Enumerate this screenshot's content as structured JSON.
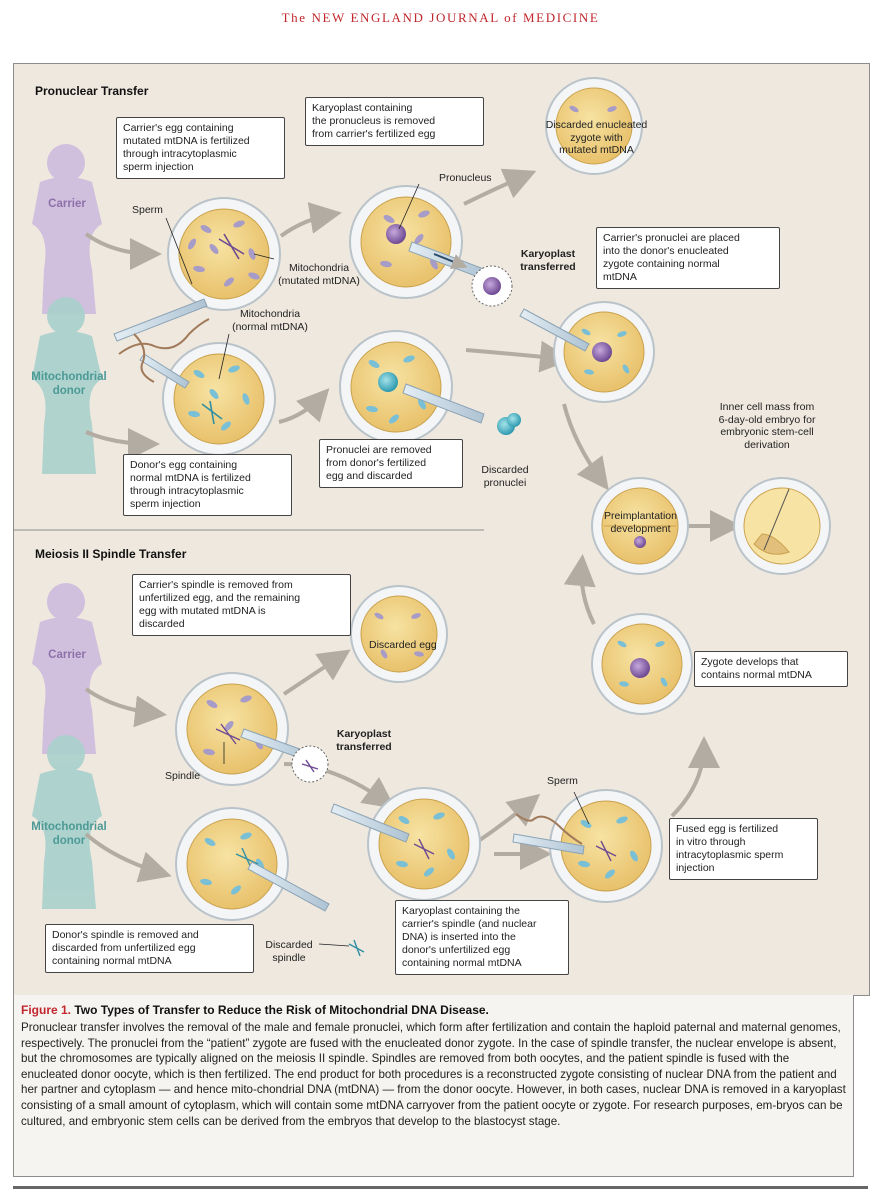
{
  "journal_header": "The NEW ENGLAND JOURNAL of MEDICINE",
  "sections": {
    "pronuclear": "Pronuclear Transfer",
    "spindle": "Meiosis II Spindle Transfer"
  },
  "people": {
    "carrier_top": "Carrier",
    "donor_top": "Mitochondrial\ndonor",
    "carrier_bottom": "Carrier",
    "donor_bottom": "Mitochondrial\ndonor"
  },
  "callouts": {
    "carrier_egg": "Carrier's egg containing\nmutated mtDNA is fertilized\nthrough intracytoplasmic\nsperm injection",
    "karyoplast_removed": "Karyoplast containing\nthe pronucleus is removed\nfrom carrier's fertilized egg",
    "pronuclei_placed": "Carrier's pronuclei are placed\ninto the donor's enucleated\nzygote containing normal\nmtDNA",
    "donor_egg": "Donor's egg containing\nnormal mtDNA is fertilized\nthrough intracytoplasmic\nsperm injection",
    "pronuclei_removed": "Pronuclei are removed\nfrom donor's fertilized\negg and discarded",
    "inner_cell_mass": "Inner cell mass from\n6-day-old embryo for\nembryonic stem-cell\nderivation",
    "carrier_spindle": "Carrier's spindle is removed from\nunfertilized egg, and the remaining\negg with mutated mtDNA is\ndiscarded",
    "zygote_develops": "Zygote develops that\ncontains normal mtDNA",
    "fused_egg": "Fused egg is fertilized\nin vitro through\nintracytoplasmic sperm\ninjection",
    "donor_spindle": "Donor's spindle is removed and\ndiscarded from unfertilized egg\ncontaining normal mtDNA",
    "karyoplast_inserted": "Karyoplast containing the\ncarrier's spindle (and nuclear\nDNA) is inserted into the\ndonor's unfertilized egg\ncontaining normal mtDNA"
  },
  "labels": {
    "discarded_zygote": "Discarded enucleated\nzygote with\nmutated mtDNA",
    "sperm_top": "Sperm",
    "pronucleus": "Pronucleus",
    "mito_mutated": "Mitochondria\n(mutated mtDNA)",
    "karyoplast_top": "Karyoplast\ntransferred",
    "mito_normal": "Mitochondria\n(normal mtDNA)",
    "discarded_pronuclei": "Discarded\npronuclei",
    "preimplantation": "Preimplantation\ndevelopment",
    "discarded_egg": "Discarded egg",
    "karyoplast_bottom": "Karyoplast\ntransferred",
    "spindle": "Spindle",
    "sperm_bottom": "Sperm",
    "discarded_spindle": "Discarded\nspindle"
  },
  "caption": {
    "figure_label": "Figure 1.",
    "title": "Two Types of Transfer to Reduce the Risk of Mitochondrial DNA Disease.",
    "body": "Pronuclear transfer involves the removal of the male and female pronuclei, which form after fertilization and contain the haploid paternal and maternal genomes, respectively. The pronuclei from the “patient” zygote are fused with the enucleated donor zygote. In the case of spindle transfer, the nuclear envelope is absent, but the chromosomes are typically aligned on the meiosis II spindle. Spindles are removed from both oocytes, and the patient spindle is fused with the enucleated donor oocyte, which is then fertilized. The end product for both procedures is a reconstructed zygote consisting of nuclear DNA from the patient and her partner and cytoplasm — and hence mito-chondrial DNA (mtDNA) — from the donor oocyte. However, in both cases, nuclear DNA is removed in a karyoplast consisting of a small amount of cytoplasm, which will contain some mtDNA carryover from the patient oocyte or zygote. For research purposes, em-bryos can be cultured, and embryonic stem cells can be derived from the embryos that develop to the blastocyst stage."
  },
  "colors": {
    "journal_red": "#c1272d",
    "carrier_purple": "#9d7fb6",
    "donor_teal": "#5fa6a3",
    "egg_yellow": "#f2d88a",
    "mito_mutated": "#a79bc8",
    "mito_normal": "#79bfd6"
  }
}
